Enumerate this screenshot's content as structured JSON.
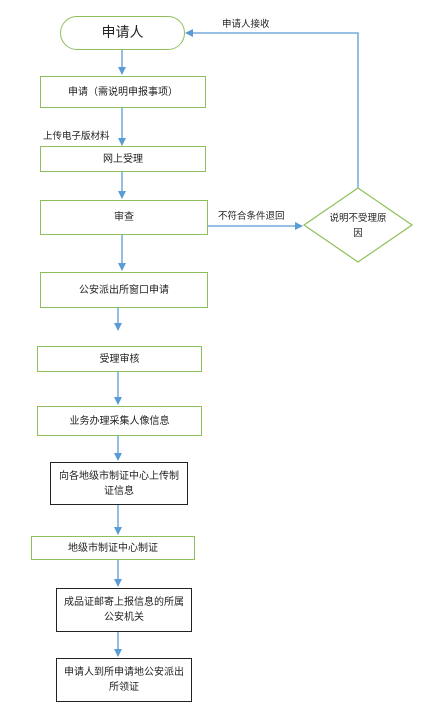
{
  "diagram": {
    "nodes": {
      "start": "申请人",
      "apply": "申请（需说明申报事项）",
      "online_accept": "网上受理",
      "review": "审查",
      "police_apply": "公安派出所窗口申请",
      "accept_review": "受理审核",
      "collect_photo": "业务办理采集人像信息",
      "upload_info": "向各地级市制证中心上传制证信息",
      "city_make": "地级市制证中心制证",
      "mail_cert": "成品证邮寄上报信息的所属公安机关",
      "collect_cert": "申请人到所申请地公安派出所领证",
      "reject": "说明不受理原因"
    },
    "labels": {
      "upload_material": "上传电子版材料",
      "not_qualified": "不符合条件退回",
      "applicant_receive": "申请人接收"
    }
  },
  "colors": {
    "arrow": "#5b9bd5",
    "green_border": "#8fbf5a"
  }
}
